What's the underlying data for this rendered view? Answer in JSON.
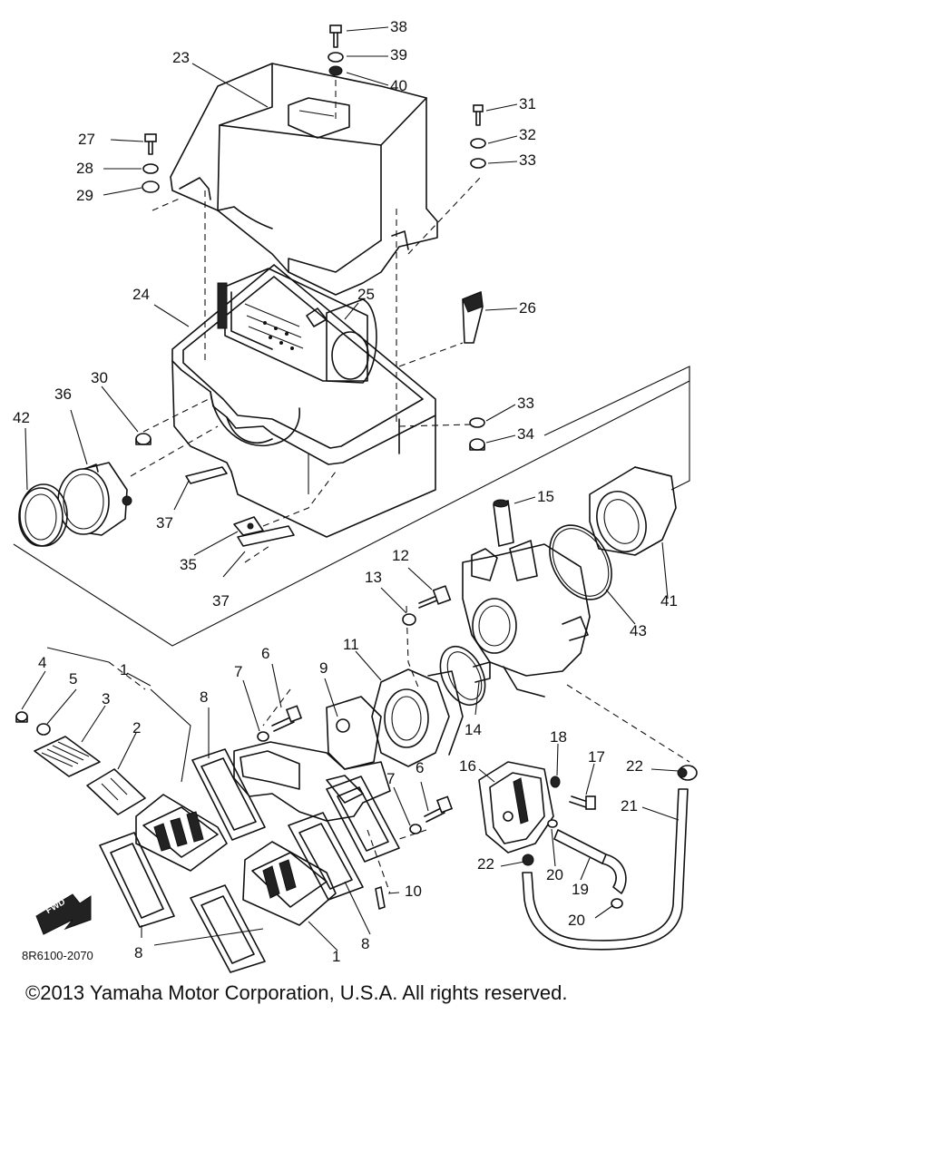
{
  "diagram": {
    "callouts": [
      {
        "id": "c38",
        "text": "38"
      },
      {
        "id": "c39",
        "text": "39"
      },
      {
        "id": "c40",
        "text": "40"
      },
      {
        "id": "c23",
        "text": "23"
      },
      {
        "id": "c31",
        "text": "31"
      },
      {
        "id": "c32",
        "text": "32"
      },
      {
        "id": "c33a",
        "text": "33"
      },
      {
        "id": "c27",
        "text": "27"
      },
      {
        "id": "c28",
        "text": "28"
      },
      {
        "id": "c29",
        "text": "29"
      },
      {
        "id": "c24",
        "text": "24"
      },
      {
        "id": "c25",
        "text": "25"
      },
      {
        "id": "c26",
        "text": "26"
      },
      {
        "id": "c30",
        "text": "30"
      },
      {
        "id": "c36",
        "text": "36"
      },
      {
        "id": "c42",
        "text": "42"
      },
      {
        "id": "c33b",
        "text": "33"
      },
      {
        "id": "c34",
        "text": "34"
      },
      {
        "id": "c15",
        "text": "15"
      },
      {
        "id": "c37a",
        "text": "37"
      },
      {
        "id": "c35",
        "text": "35"
      },
      {
        "id": "c37b",
        "text": "37"
      },
      {
        "id": "c12",
        "text": "12"
      },
      {
        "id": "c13",
        "text": "13"
      },
      {
        "id": "c41",
        "text": "41"
      },
      {
        "id": "c43",
        "text": "43"
      },
      {
        "id": "c11",
        "text": "11"
      },
      {
        "id": "c9",
        "text": "9"
      },
      {
        "id": "c6a",
        "text": "6"
      },
      {
        "id": "c7a",
        "text": "7"
      },
      {
        "id": "c4a",
        "text": "4"
      },
      {
        "id": "c5",
        "text": "5"
      },
      {
        "id": "c1a",
        "text": "1"
      },
      {
        "id": "c3",
        "text": "3"
      },
      {
        "id": "c2",
        "text": "2"
      },
      {
        "id": "c8a",
        "text": "8"
      },
      {
        "id": "c14",
        "text": "14"
      },
      {
        "id": "c18",
        "text": "18"
      },
      {
        "id": "c17",
        "text": "17"
      },
      {
        "id": "c22a",
        "text": "22"
      },
      {
        "id": "c16",
        "text": "16"
      },
      {
        "id": "c21",
        "text": "21"
      },
      {
        "id": "c7b",
        "text": "7"
      },
      {
        "id": "c6b",
        "text": "6"
      },
      {
        "id": "c22b",
        "text": "22"
      },
      {
        "id": "c20a",
        "text": "20"
      },
      {
        "id": "c19",
        "text": "19"
      },
      {
        "id": "c10",
        "text": "10"
      },
      {
        "id": "c20b",
        "text": "20"
      },
      {
        "id": "c8b",
        "text": "8"
      },
      {
        "id": "c8c",
        "text": "8"
      },
      {
        "id": "c1b",
        "text": "1"
      }
    ],
    "fwd_badge": "FWD",
    "drawing_code": "8R6100-2070",
    "copyright": "©2013 Yamaha Motor Corporation, U.S.A. All rights reserved."
  }
}
